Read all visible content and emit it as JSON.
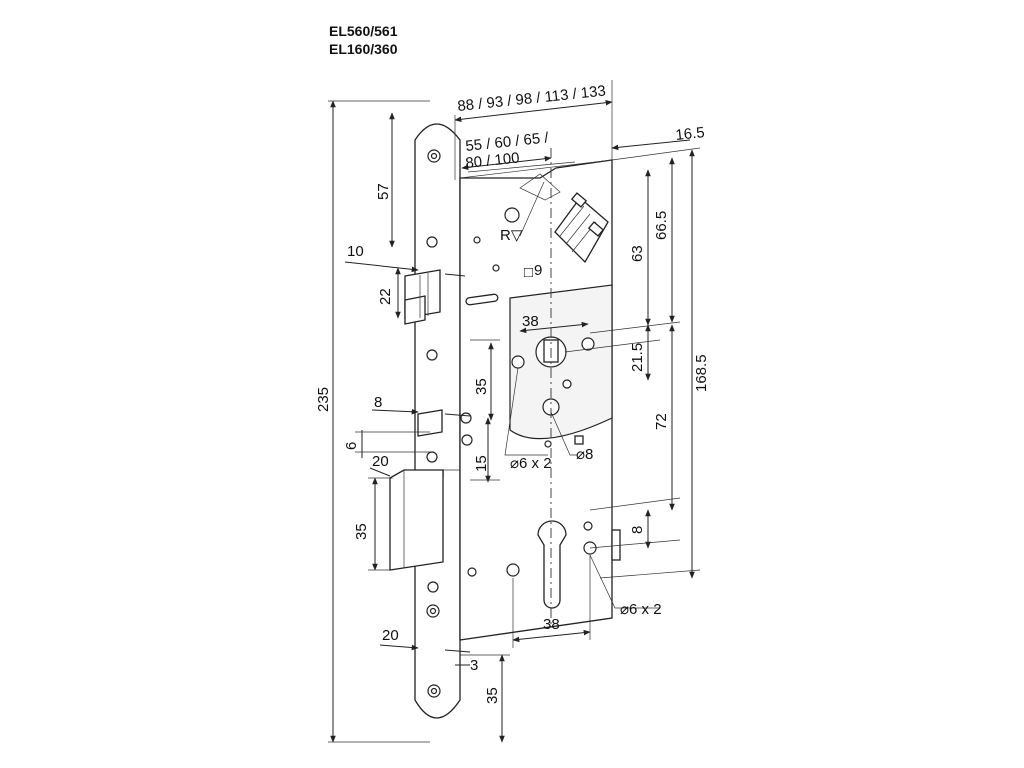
{
  "model_codes": [
    "EL560/561",
    "EL160/360"
  ],
  "dimensions": {
    "backset_total": "88 / 93 / 98 / 113 / 133",
    "backset_line1": "55 / 60 / 65 /",
    "backset_line2": "80 / 100",
    "offset_top_right": "16.5",
    "top_57": "57",
    "latch_10": "10",
    "latch_22": "22",
    "overall_235": "235",
    "spindle_9": "9",
    "square_symbol": "□",
    "spindle_38": "38",
    "right_63": "63",
    "right_66_5": "66.5",
    "right_21_5": "21.5",
    "right_168_5": "168.5",
    "right_72": "72",
    "right_8": "8",
    "mid_35": "35",
    "deadlatch_8": "8",
    "deadlatch_6": "6",
    "deadlatch_15": "15",
    "bolt_20_top": "20",
    "bolt_35": "35",
    "hole_6x2_upper": "⌀6 x 2",
    "hole_8": "⌀8",
    "hole_6x2_lower": "⌀6 x 2",
    "cyl_38": "38",
    "bottom_20": "20",
    "bottom_3": "3",
    "bottom_35": "35",
    "rv_mark": "R▽"
  },
  "colors": {
    "line": "#222222",
    "background": "#ffffff"
  }
}
